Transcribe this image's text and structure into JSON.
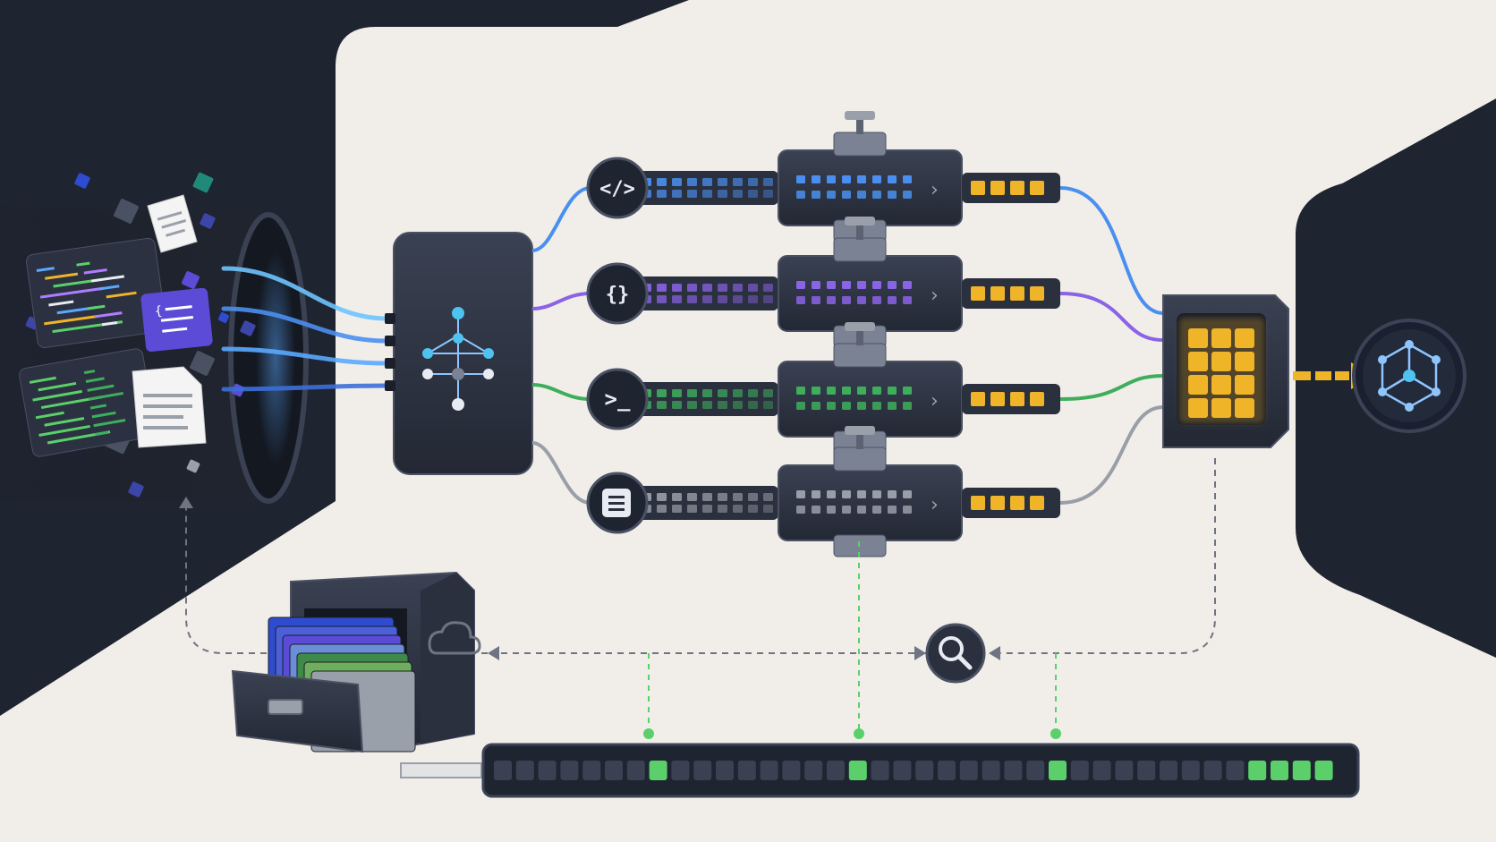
{
  "colors": {
    "background": "#f1eee9",
    "panel_dark": "#1f2431",
    "module_dark": "#2a303e",
    "code_lane": "#4a8ff0",
    "json_lane": "#8a63e6",
    "terminal_lane": "#3fae5c",
    "text_lane": "#9a9ea8",
    "output_tokens": "#f0b429",
    "index_highlight": "#5bd06a",
    "dashed_flow": "#6f7482"
  },
  "lanes": [
    {
      "name": "code-lane",
      "icon": "code-brackets-icon",
      "glyph": "</>",
      "color": "#4a8ff0"
    },
    {
      "name": "json-lane",
      "icon": "curly-braces-icon",
      "glyph": "{}",
      "color": "#8a63e6"
    },
    {
      "name": "terminal-lane",
      "icon": "terminal-prompt-icon",
      "glyph": ">_",
      "color": "#3fae5c"
    },
    {
      "name": "text-lane",
      "icon": "text-document-icon",
      "glyph": "",
      "color": "#9a9ea8"
    }
  ],
  "icons": {
    "ingest": "funnel-intake-icon",
    "router": "router-hub-icon",
    "clamp": "clamp-compressor-icon",
    "merge": "merge-cube-icon",
    "output": "network-graph-icon",
    "search": "search-magnifier-icon",
    "storage": "filing-cabinet-icon",
    "cloud": "cloud-icon",
    "index": "token-index-bar-icon"
  },
  "index_bar": {
    "cell_count": 38,
    "highlighted_cells": [
      7,
      16,
      25,
      34,
      35,
      36,
      37
    ]
  }
}
